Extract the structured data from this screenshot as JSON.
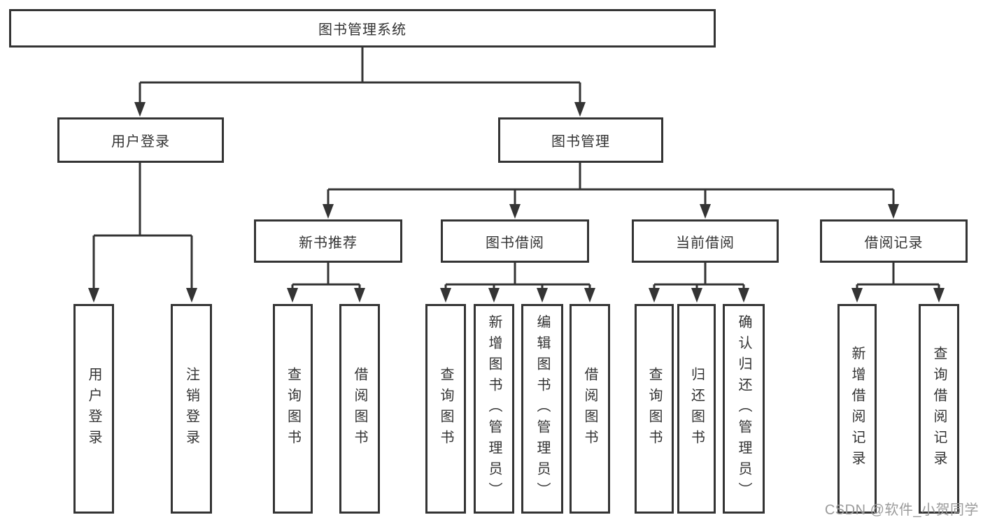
{
  "colors": {
    "line": "#343434",
    "box_border": "#343434",
    "text": "#333333",
    "watermark": "#9b9b9b",
    "background": "#ffffff"
  },
  "watermark": "CSDN @软件_小贺同学",
  "tree": {
    "root": {
      "label": "图书管理系统",
      "children": [
        {
          "label": "用户登录",
          "children": [
            {
              "label": "用户登录"
            },
            {
              "label": "注销登录"
            }
          ]
        },
        {
          "label": "图书管理",
          "children": [
            {
              "label": "新书推荐",
              "children": [
                {
                  "label": "查询图书"
                },
                {
                  "label": "借阅图书"
                }
              ]
            },
            {
              "label": "图书借阅",
              "children": [
                {
                  "label": "查询图书"
                },
                {
                  "label": "新增图书（管理员）"
                },
                {
                  "label": "编辑图书（管理员）"
                },
                {
                  "label": "借阅图书"
                }
              ]
            },
            {
              "label": "当前借阅",
              "children": [
                {
                  "label": "查询图书"
                },
                {
                  "label": "归还图书"
                },
                {
                  "label": "确认归还（管理员）"
                }
              ]
            },
            {
              "label": "借阅记录",
              "children": [
                {
                  "label": "新增借阅记录"
                },
                {
                  "label": "查询借阅记录"
                }
              ]
            }
          ]
        }
      ]
    }
  }
}
